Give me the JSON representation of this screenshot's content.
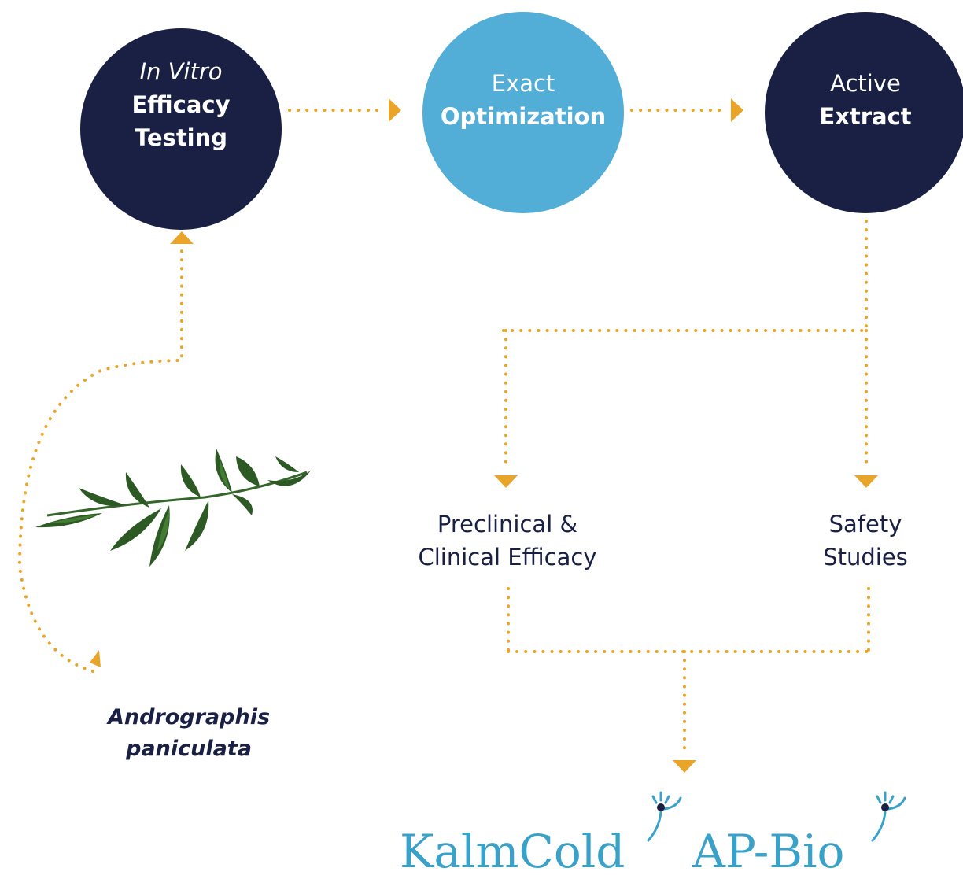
{
  "colors": {
    "navy": "#1a2044",
    "sky": "#52aed6",
    "connector": "#e8a52a",
    "leaf": "#2d5a24",
    "brand": "#3aa2c8"
  },
  "nodes": {
    "invitro": {
      "line1": "In Vitro",
      "line2": "Efficacy",
      "line3": "Testing"
    },
    "exact": {
      "line1": "Exact",
      "line2": "Optimization"
    },
    "active": {
      "line1": "Active",
      "line2": "Extract"
    }
  },
  "outcomes": {
    "preclinical": {
      "line1": "Preclinical &",
      "line2": "Clinical Efficacy"
    },
    "safety": {
      "line1": "Safety",
      "line2": "Studies"
    }
  },
  "species": {
    "line1": "Andrographis",
    "line2": "paniculata"
  },
  "brands": {
    "kalmcold": "KalmCold",
    "apbio": "AP-Bio"
  },
  "icons": {
    "arrow": "triangle-arrow-icon",
    "plant": "andrographis-plant-icon",
    "brand_mark": "figure-splash-icon"
  }
}
